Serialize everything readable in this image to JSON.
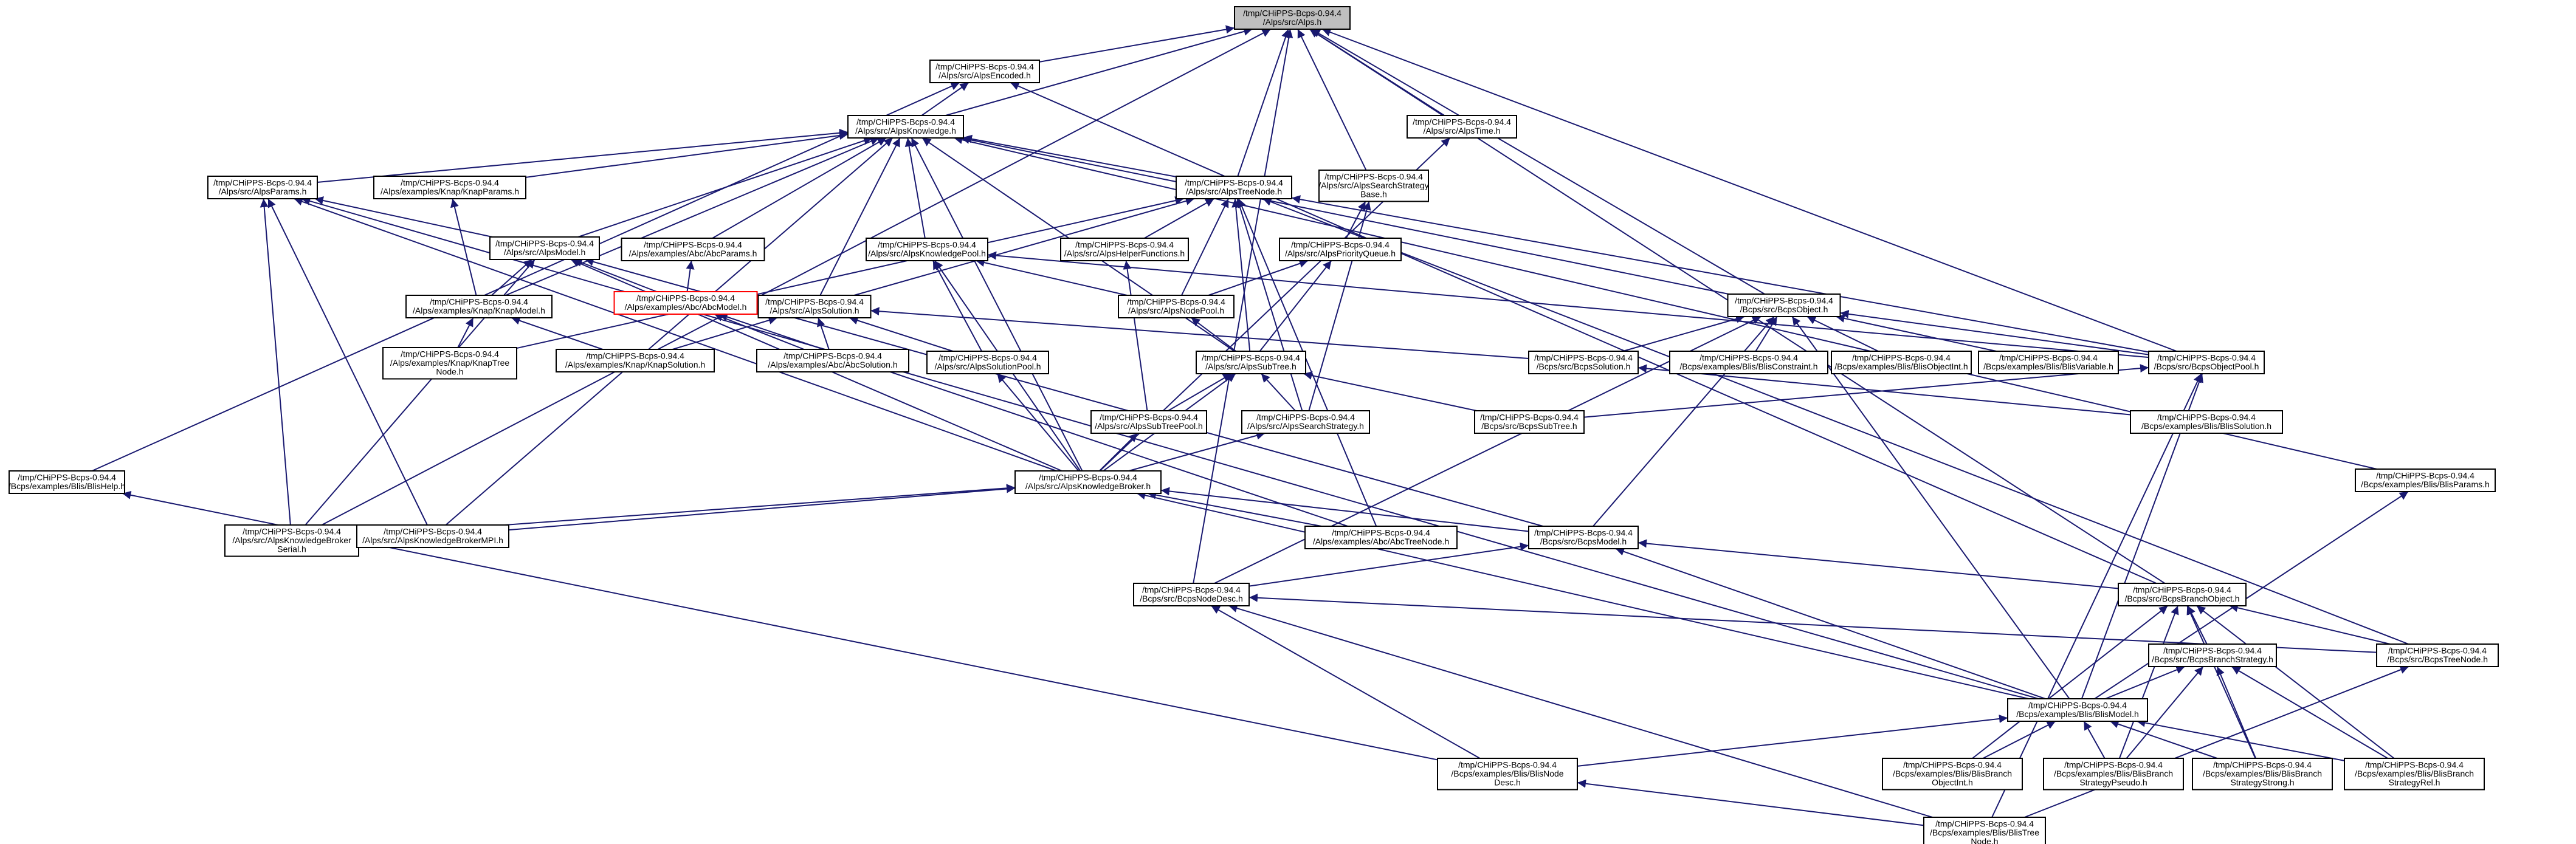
{
  "graph": {
    "edge_color": "#191970",
    "highlight_color": "#ff0000",
    "root_fill": "#bfbfbf",
    "nodes": [
      {
        "id": "alps",
        "lines": [
          "/tmp/CHiPPS-Bcps-0.94.4",
          "/Alps/src/Alps.h"
        ],
        "root": true
      },
      {
        "id": "alpsencoded",
        "lines": [
          "/tmp/CHiPPS-Bcps-0.94.4",
          "/Alps/src/AlpsEncoded.h"
        ]
      },
      {
        "id": "alpstime",
        "lines": [
          "/tmp/CHiPPS-Bcps-0.94.4",
          "/Alps/src/AlpsTime.h"
        ]
      },
      {
        "id": "alpsknowledge",
        "lines": [
          "/tmp/CHiPPS-Bcps-0.94.4",
          "/Alps/src/AlpsKnowledge.h"
        ]
      },
      {
        "id": "alpsparams",
        "lines": [
          "/tmp/CHiPPS-Bcps-0.94.4",
          "/Alps/src/AlpsParams.h"
        ]
      },
      {
        "id": "knapparams",
        "lines": [
          "/tmp/CHiPPS-Bcps-0.94.4",
          "/Alps/examples/Knap/KnapParams.h"
        ]
      },
      {
        "id": "alpstreenode",
        "lines": [
          "/tmp/CHiPPS-Bcps-0.94.4",
          "/Alps/src/AlpsTreeNode.h"
        ]
      },
      {
        "id": "alpssearchstrategybase",
        "lines": [
          "/tmp/CHiPPS-Bcps-0.94.4",
          "/Alps/src/AlpsSearchStrategy",
          "Base.h"
        ]
      },
      {
        "id": "alpsmodel",
        "lines": [
          "/tmp/CHiPPS-Bcps-0.94.4",
          "/Alps/src/AlpsModel.h"
        ]
      },
      {
        "id": "abcparams",
        "lines": [
          "/tmp/CHiPPS-Bcps-0.94.4",
          "/Alps/examples/Abc/AbcParams.h"
        ]
      },
      {
        "id": "alpsknowledgepool",
        "lines": [
          "/tmp/CHiPPS-Bcps-0.94.4",
          "/Alps/src/AlpsKnowledgePool.h"
        ]
      },
      {
        "id": "alpshelperfunctions",
        "lines": [
          "/tmp/CHiPPS-Bcps-0.94.4",
          "/Alps/src/AlpsHelperFunctions.h"
        ]
      },
      {
        "id": "alpspriorityqueue",
        "lines": [
          "/tmp/CHiPPS-Bcps-0.94.4",
          "/Alps/src/AlpsPriorityQueue.h"
        ]
      },
      {
        "id": "knapmodel",
        "lines": [
          "/tmp/CHiPPS-Bcps-0.94.4",
          "/Alps/examples/Knap/KnapModel.h"
        ]
      },
      {
        "id": "abcmodel",
        "lines": [
          "/tmp/CHiPPS-Bcps-0.94.4",
          "/Alps/examples/Abc/AbcModel.h"
        ],
        "highlight": true
      },
      {
        "id": "alpssolution",
        "lines": [
          "/tmp/CHiPPS-Bcps-0.94.4",
          "/Alps/src/AlpsSolution.h"
        ]
      },
      {
        "id": "alpsnodepool",
        "lines": [
          "/tmp/CHiPPS-Bcps-0.94.4",
          "/Alps/src/AlpsNodePool.h"
        ]
      },
      {
        "id": "bcpsobject",
        "lines": [
          "/tmp/CHiPPS-Bcps-0.94.4",
          "/Bcps/src/BcpsObject.h"
        ]
      },
      {
        "id": "knaptreenode",
        "lines": [
          "/tmp/CHiPPS-Bcps-0.94.4",
          "/Alps/examples/Knap/KnapTree",
          "Node.h"
        ]
      },
      {
        "id": "knapsolution",
        "lines": [
          "/tmp/CHiPPS-Bcps-0.94.4",
          "/Alps/examples/Knap/KnapSolution.h"
        ]
      },
      {
        "id": "abcsolution",
        "lines": [
          "/tmp/CHiPPS-Bcps-0.94.4",
          "/Alps/examples/Abc/AbcSolution.h"
        ]
      },
      {
        "id": "alpssolutionpool",
        "lines": [
          "/tmp/CHiPPS-Bcps-0.94.4",
          "/Alps/src/AlpsSolutionPool.h"
        ]
      },
      {
        "id": "alpssubtree",
        "lines": [
          "/tmp/CHiPPS-Bcps-0.94.4",
          "/Alps/src/AlpsSubTree.h"
        ]
      },
      {
        "id": "bcpssolution",
        "lines": [
          "/tmp/CHiPPS-Bcps-0.94.4",
          "/Bcps/src/BcpsSolution.h"
        ]
      },
      {
        "id": "blisconstraint",
        "lines": [
          "/tmp/CHiPPS-Bcps-0.94.4",
          "/Bcps/examples/Blis/BlisConstraint.h"
        ]
      },
      {
        "id": "blisobjectint",
        "lines": [
          "/tmp/CHiPPS-Bcps-0.94.4",
          "/Bcps/examples/Blis/BlisObjectInt.h"
        ]
      },
      {
        "id": "blisvariable",
        "lines": [
          "/tmp/CHiPPS-Bcps-0.94.4",
          "/Bcps/examples/Blis/BlisVariable.h"
        ]
      },
      {
        "id": "bcpsobjectpool",
        "lines": [
          "/tmp/CHiPPS-Bcps-0.94.4",
          "/Bcps/src/BcpsObjectPool.h"
        ]
      },
      {
        "id": "alpssubtreepool",
        "lines": [
          "/tmp/CHiPPS-Bcps-0.94.4",
          "/Alps/src/AlpsSubTreePool.h"
        ]
      },
      {
        "id": "alpssearchstrategy",
        "lines": [
          "/tmp/CHiPPS-Bcps-0.94.4",
          "/Alps/src/AlpsSearchStrategy.h"
        ]
      },
      {
        "id": "bcpssubtree",
        "lines": [
          "/tmp/CHiPPS-Bcps-0.94.4",
          "/Bcps/src/BcpsSubTree.h"
        ]
      },
      {
        "id": "blissolution",
        "lines": [
          "/tmp/CHiPPS-Bcps-0.94.4",
          "/Bcps/examples/Blis/BlisSolution.h"
        ]
      },
      {
        "id": "blishelp",
        "lines": [
          "/tmp/CHiPPS-Bcps-0.94.4",
          "/Bcps/examples/Blis/BlisHelp.h"
        ]
      },
      {
        "id": "alpsknowledgebroker",
        "lines": [
          "/tmp/CHiPPS-Bcps-0.94.4",
          "/Alps/src/AlpsKnowledgeBroker.h"
        ]
      },
      {
        "id": "blisparams",
        "lines": [
          "/tmp/CHiPPS-Bcps-0.94.4",
          "/Bcps/examples/Blis/BlisParams.h"
        ]
      },
      {
        "id": "alpskbserial",
        "lines": [
          "/tmp/CHiPPS-Bcps-0.94.4",
          "/Alps/src/AlpsKnowledgeBroker",
          "Serial.h"
        ]
      },
      {
        "id": "alpskbmpi",
        "lines": [
          "/tmp/CHiPPS-Bcps-0.94.4",
          "/Alps/src/AlpsKnowledgeBrokerMPI.h"
        ]
      },
      {
        "id": "abctreenode",
        "lines": [
          "/tmp/CHiPPS-Bcps-0.94.4",
          "/Alps/examples/Abc/AbcTreeNode.h"
        ]
      },
      {
        "id": "bcpsmodel",
        "lines": [
          "/tmp/CHiPPS-Bcps-0.94.4",
          "/Bcps/src/BcpsModel.h"
        ]
      },
      {
        "id": "bcpsnodedesc",
        "lines": [
          "/tmp/CHiPPS-Bcps-0.94.4",
          "/Bcps/src/BcpsNodeDesc.h"
        ]
      },
      {
        "id": "bcpsbranchobject",
        "lines": [
          "/tmp/CHiPPS-Bcps-0.94.4",
          "/Bcps/src/BcpsBranchObject.h"
        ]
      },
      {
        "id": "bcpsbranchstrategy",
        "lines": [
          "/tmp/CHiPPS-Bcps-0.94.4",
          "/Bcps/src/BcpsBranchStrategy.h"
        ]
      },
      {
        "id": "bcpstreenode",
        "lines": [
          "/tmp/CHiPPS-Bcps-0.94.4",
          "/Bcps/src/BcpsTreeNode.h"
        ]
      },
      {
        "id": "blismodel",
        "lines": [
          "/tmp/CHiPPS-Bcps-0.94.4",
          "/Bcps/examples/Blis/BlisModel.h"
        ]
      },
      {
        "id": "blisnodedesc",
        "lines": [
          "/tmp/CHiPPS-Bcps-0.94.4",
          "/Bcps/examples/Blis/BlisNode",
          "Desc.h"
        ]
      },
      {
        "id": "blisbsobjectint",
        "lines": [
          "/tmp/CHiPPS-Bcps-0.94.4",
          "/Bcps/examples/Blis/BlisBranch",
          "ObjectInt.h"
        ]
      },
      {
        "id": "blisbspseudo",
        "lines": [
          "/tmp/CHiPPS-Bcps-0.94.4",
          "/Bcps/examples/Blis/BlisBranch",
          "StrategyPseudo.h"
        ]
      },
      {
        "id": "blisbsstrong",
        "lines": [
          "/tmp/CHiPPS-Bcps-0.94.4",
          "/Bcps/examples/Blis/BlisBranch",
          "StrategyStrong.h"
        ]
      },
      {
        "id": "blisbsrel",
        "lines": [
          "/tmp/CHiPPS-Bcps-0.94.4",
          "/Bcps/examples/Blis/BlisBranch",
          "StrategyRel.h"
        ]
      },
      {
        "id": "blistreenode",
        "lines": [
          "/tmp/CHiPPS-Bcps-0.94.4",
          "/Bcps/examples/Blis/BlisTree",
          "Node.h"
        ]
      }
    ],
    "edges": [
      [
        "alpsencoded",
        "alps"
      ],
      [
        "alpstime",
        "alps"
      ],
      [
        "alpsknowledge",
        "alps"
      ],
      [
        "alpstreenode",
        "alps"
      ],
      [
        "alpssearchstrategybase",
        "alps"
      ],
      [
        "bcpsobject",
        "alps"
      ],
      [
        "bcpsobjectpool",
        "alps"
      ],
      [
        "bcpsbranchobject",
        "alps"
      ],
      [
        "alpskbserial",
        "alps"
      ],
      [
        "bcpsnodedesc",
        "alps"
      ],
      [
        "alpsknowledge",
        "alpsencoded"
      ],
      [
        "blishelp",
        "alpsencoded"
      ],
      [
        "bcpsbranchobject",
        "alpsencoded"
      ],
      [
        "alpsknowledgebroker",
        "alpstime"
      ],
      [
        "alpsparams",
        "alpsknowledge"
      ],
      [
        "knapparams",
        "alpsknowledge"
      ],
      [
        "alpstreenode",
        "alpsknowledge"
      ],
      [
        "alpsmodel",
        "alpsknowledge"
      ],
      [
        "abcparams",
        "alpsknowledge"
      ],
      [
        "alpsknowledgepool",
        "alpsknowledge"
      ],
      [
        "alpssolution",
        "alpsknowledge"
      ],
      [
        "knapmodel",
        "alpsknowledge"
      ],
      [
        "alpssubtree",
        "alpsknowledge"
      ],
      [
        "alpsknowledgebroker",
        "alpsknowledge"
      ],
      [
        "alpskbmpi",
        "alpsknowledge"
      ],
      [
        "bcpsobject",
        "alpsknowledge"
      ],
      [
        "blisparams",
        "alpsknowledge"
      ],
      [
        "alpsmodel",
        "alpsparams"
      ],
      [
        "alpskbserial",
        "alpsparams"
      ],
      [
        "alpskbmpi",
        "alpsparams"
      ],
      [
        "alpsknowledgebroker",
        "alpsparams"
      ],
      [
        "blismodel",
        "alpsparams"
      ],
      [
        "knapmodel",
        "knapparams"
      ],
      [
        "alpssubtree",
        "alpstreenode"
      ],
      [
        "alpsnodepool",
        "alpstreenode"
      ],
      [
        "alpshelperfunctions",
        "alpstreenode"
      ],
      [
        "alpssolution",
        "alpstreenode"
      ],
      [
        "knaptreenode",
        "alpstreenode"
      ],
      [
        "alpssearchstrategy",
        "alpstreenode"
      ],
      [
        "abctreenode",
        "alpstreenode"
      ],
      [
        "bcpstreenode",
        "alpstreenode"
      ],
      [
        "bcpsobjectpool",
        "alpstreenode"
      ],
      [
        "alpspriorityqueue",
        "alpssearchstrategybase"
      ],
      [
        "alpssearchstrategy",
        "alpssearchstrategybase"
      ],
      [
        "knapmodel",
        "alpsmodel"
      ],
      [
        "abcmodel",
        "alpsmodel"
      ],
      [
        "alpsknowledgebroker",
        "alpsmodel"
      ],
      [
        "bcpsmodel",
        "alpsmodel"
      ],
      [
        "alpskbserial",
        "alpsmodel"
      ],
      [
        "abcmodel",
        "abcparams"
      ],
      [
        "alpsnodepool",
        "alpsknowledgepool"
      ],
      [
        "alpssolutionpool",
        "alpsknowledgepool"
      ],
      [
        "alpsknowledgebroker",
        "alpsknowledgepool"
      ],
      [
        "bcpsobjectpool",
        "alpsknowledgepool"
      ],
      [
        "alpssubtreepool",
        "alpshelperfunctions"
      ],
      [
        "alpsnodepool",
        "alpspriorityqueue"
      ],
      [
        "alpssubtree",
        "alpspriorityqueue"
      ],
      [
        "knaptreenode",
        "knapmodel"
      ],
      [
        "knapsolution",
        "knapmodel"
      ],
      [
        "abcsolution",
        "abcmodel"
      ],
      [
        "abctreenode",
        "abcmodel"
      ],
      [
        "knapsolution",
        "alpssolution"
      ],
      [
        "abcsolution",
        "alpssolution"
      ],
      [
        "alpssolutionpool",
        "alpssolution"
      ],
      [
        "bcpssolution",
        "alpssolution"
      ],
      [
        "alpssubtree",
        "alpsnodepool"
      ],
      [
        "bcpssolution",
        "bcpsobject"
      ],
      [
        "blisconstraint",
        "bcpsobject"
      ],
      [
        "blisobjectint",
        "bcpsobject"
      ],
      [
        "blisvariable",
        "bcpsobject"
      ],
      [
        "bcpsobjectpool",
        "bcpsobject"
      ],
      [
        "bcpsmodel",
        "bcpsobject"
      ],
      [
        "blismodel",
        "bcpsobject"
      ],
      [
        "bcpsnodedesc",
        "bcpsobject"
      ],
      [
        "alpsknowledgebroker",
        "alpssolutionpool"
      ],
      [
        "alpssubtreepool",
        "alpssubtree"
      ],
      [
        "alpssearchstrategy",
        "alpssubtree"
      ],
      [
        "bcpssubtree",
        "alpssubtree"
      ],
      [
        "alpsknowledgebroker",
        "alpssubtree"
      ],
      [
        "blissolution",
        "bcpssolution"
      ],
      [
        "bcpssubtree",
        "bcpsobjectpool"
      ],
      [
        "blismodel",
        "bcpsobjectpool"
      ],
      [
        "blistreenode",
        "bcpsobjectpool"
      ],
      [
        "alpsknowledgebroker",
        "alpssubtreepool"
      ],
      [
        "alpsknowledgebroker",
        "alpssearchstrategy"
      ],
      [
        "alpskbserial",
        "alpsknowledgebroker"
      ],
      [
        "alpskbmpi",
        "alpsknowledgebroker"
      ],
      [
        "abctreenode",
        "alpsknowledgebroker"
      ],
      [
        "bcpsmodel",
        "alpsknowledgebroker"
      ],
      [
        "blismodel",
        "alpsknowledgebroker"
      ],
      [
        "blismodel",
        "blisparams"
      ],
      [
        "bcpsnodedesc",
        "bcpsmodel"
      ],
      [
        "blismodel",
        "bcpsmodel"
      ],
      [
        "bcpsbranchobject",
        "bcpsmodel"
      ],
      [
        "blisnodedesc",
        "bcpsnodedesc"
      ],
      [
        "blistreenode",
        "bcpsnodedesc"
      ],
      [
        "bcpstreenode",
        "bcpsnodedesc"
      ],
      [
        "bcpsbranchstrategy",
        "bcpsbranchobject"
      ],
      [
        "bcpstreenode",
        "bcpsbranchobject"
      ],
      [
        "blisbsobjectint",
        "bcpsbranchobject"
      ],
      [
        "blisbspseudo",
        "bcpsbranchobject"
      ],
      [
        "blisbsstrong",
        "bcpsbranchobject"
      ],
      [
        "blisbsrel",
        "bcpsbranchobject"
      ],
      [
        "blismodel",
        "bcpsbranchstrategy"
      ],
      [
        "blisbspseudo",
        "bcpsbranchstrategy"
      ],
      [
        "blisbsstrong",
        "bcpsbranchstrategy"
      ],
      [
        "blisbsrel",
        "bcpsbranchstrategy"
      ],
      [
        "blistreenode",
        "bcpstreenode"
      ],
      [
        "blisnodedesc",
        "blismodel"
      ],
      [
        "blisbsobjectint",
        "blismodel"
      ],
      [
        "blisbspseudo",
        "blismodel"
      ],
      [
        "blisbsstrong",
        "blismodel"
      ],
      [
        "blisbsrel",
        "blismodel"
      ],
      [
        "blistreenode",
        "blisnodedesc"
      ],
      [
        "blisnodedesc",
        "blishelp"
      ]
    ]
  }
}
